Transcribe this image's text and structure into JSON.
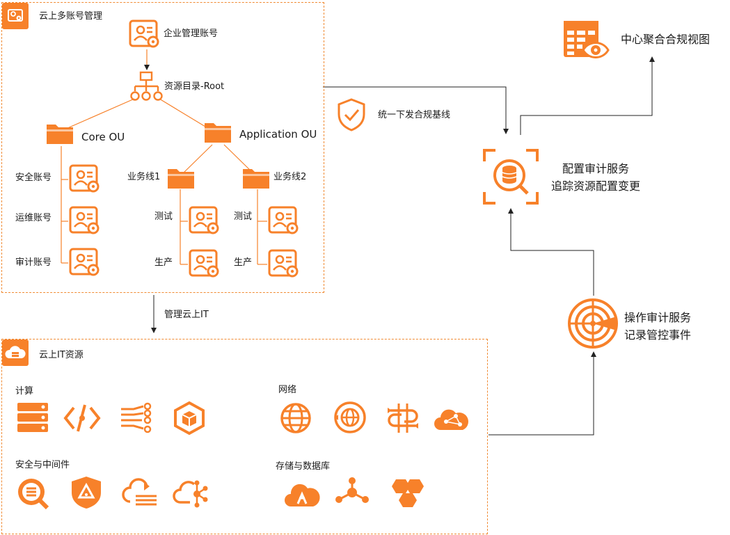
{
  "colors": {
    "accent": "#f7812a",
    "dash": "#f08a32",
    "text": "#1a1a1a",
    "line": "#222222"
  },
  "org": {
    "title": "云上多账号管理",
    "enterprise_account": "企业管理账号",
    "resource_directory": "资源目录-Root",
    "core_ou": "Core OU",
    "application_ou": "Application OU",
    "core_accounts": [
      "安全账号",
      "运维账号",
      "审计账号"
    ],
    "business_lines": [
      "业务线1",
      "业务线2"
    ],
    "envs": [
      "测试",
      "生产"
    ]
  },
  "flow": {
    "manage_it": "管理云上IT",
    "baseline": "统一下发合规基线"
  },
  "services": {
    "compliance_view": "中心聚合合规视图",
    "config_line1": "配置审计服务",
    "config_line2": "追踪资源配置变更",
    "action_line1": "操作审计服务",
    "action_line2": "记录管控事件"
  },
  "it": {
    "title": "云上IT资源",
    "compute": "计算",
    "network": "网络",
    "security_middleware": "安全与中间件",
    "storage_db": "存储与数据库"
  }
}
